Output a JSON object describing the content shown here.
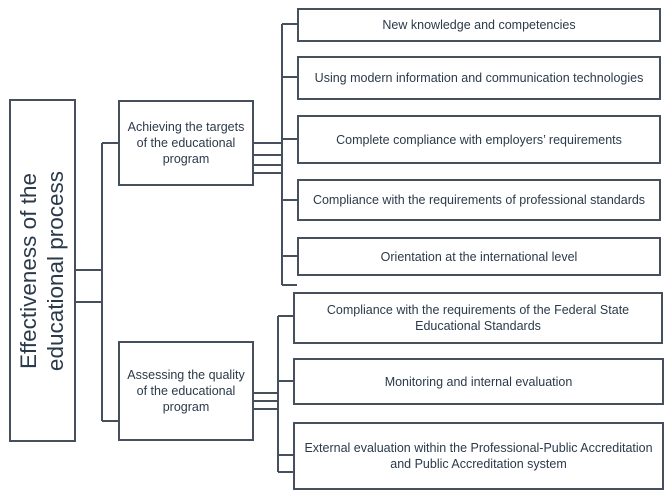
{
  "root": {
    "line1": "Effectiveness of the",
    "line2": "educational process"
  },
  "branches": [
    {
      "label": "Achieving the targets of the educational program",
      "items": [
        "New knowledge and competencies",
        "Using modern information and communication technologies",
        "Complete compliance with employers’ requirements",
        "Compliance with the requirements of professional standards",
        "Orientation at the international level"
      ]
    },
    {
      "label": "Assessing the quality of the educational program",
      "items": [
        "Compliance with the requirements of the Federal State Educational Standards",
        "Monitoring and internal evaluation",
        "External evaluation within the Professional-Public Accreditation and Public Accreditation system"
      ]
    }
  ]
}
